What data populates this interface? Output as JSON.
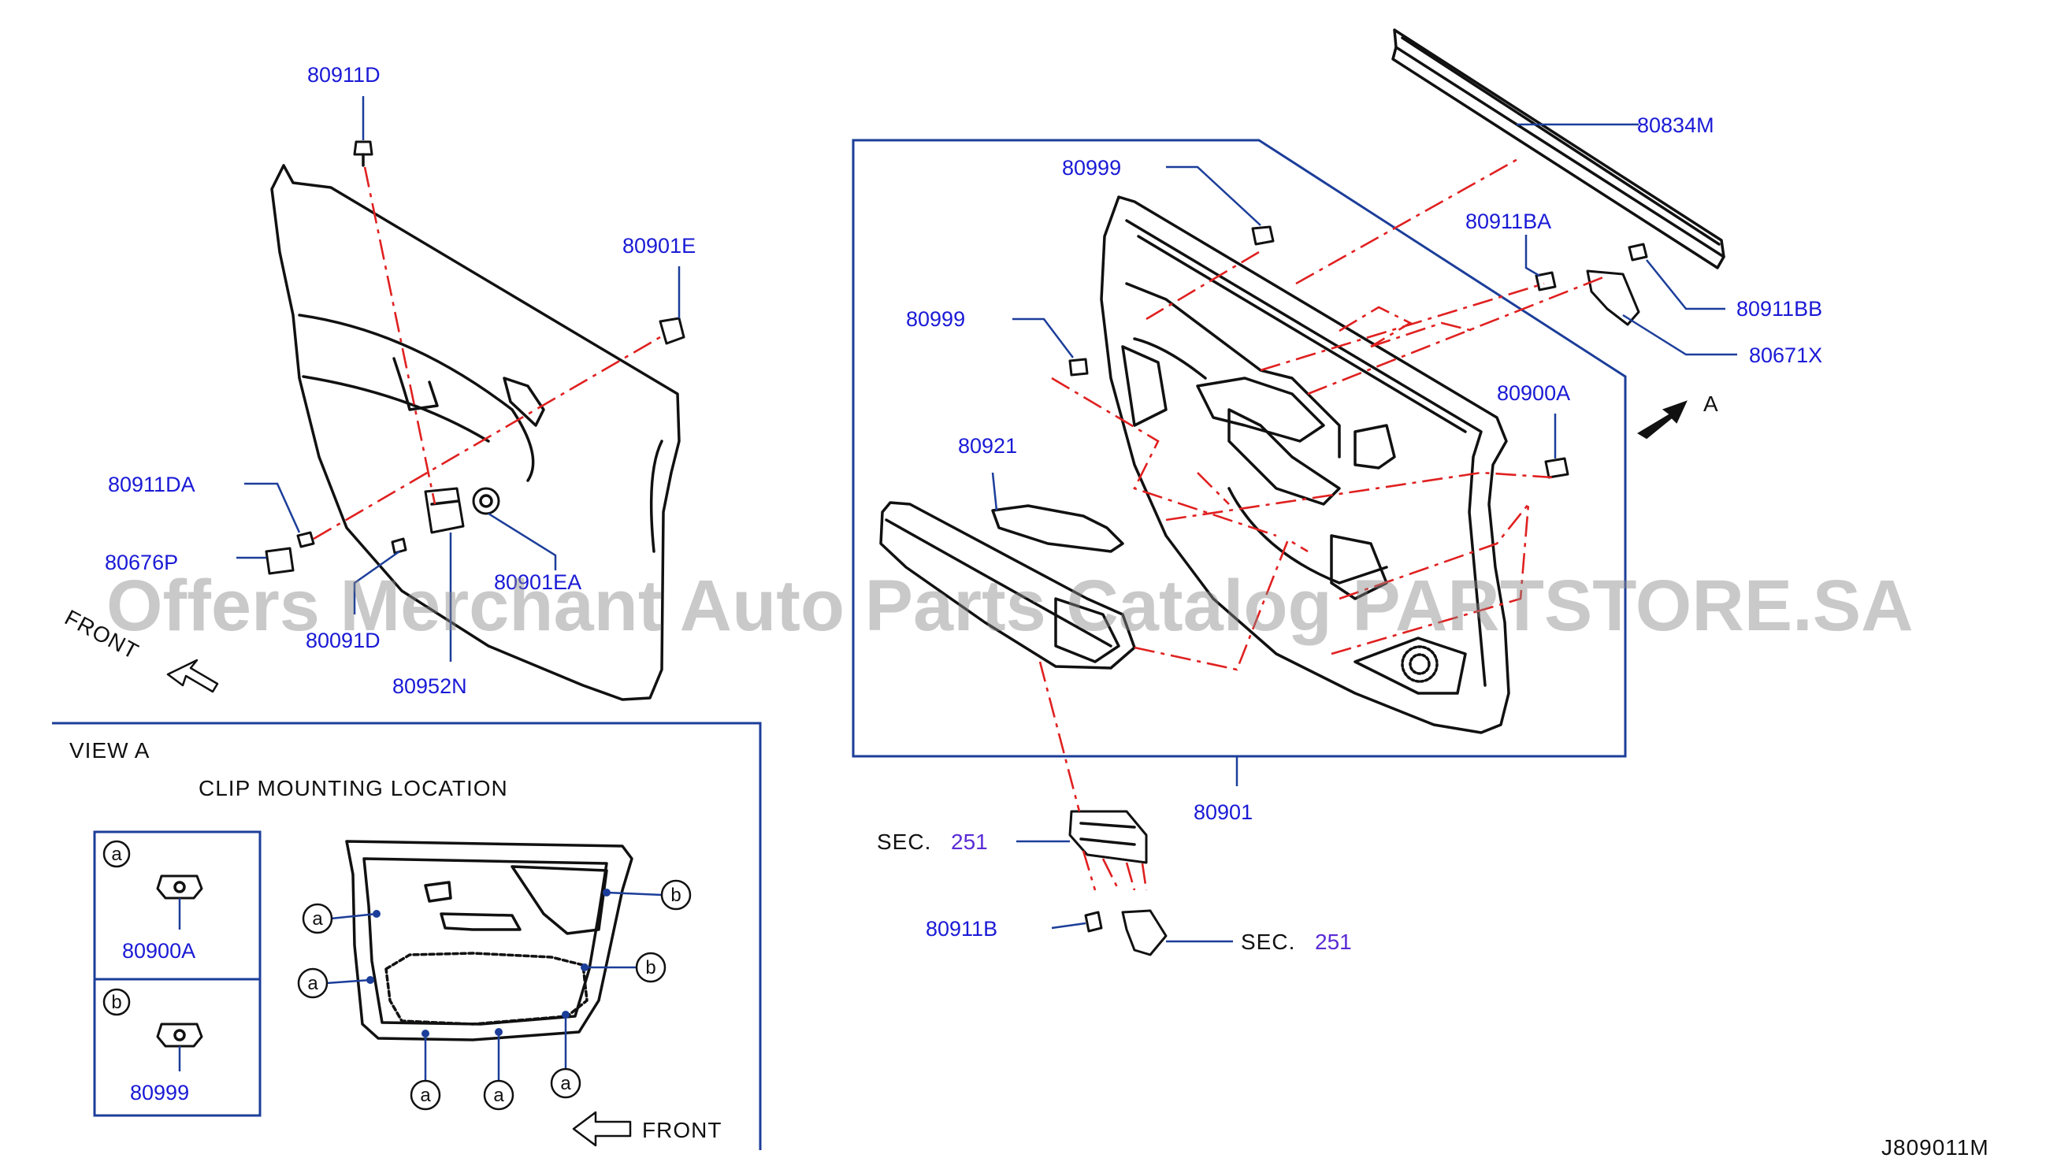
{
  "watermark": "Offers Merchant Auto Parts Catalog PARTSTORE.SA",
  "drawing_number": "J809011M",
  "direction_labels": {
    "front_main": "FRONT",
    "front_view": "FRONT",
    "view_arrow": "A"
  },
  "view_a": {
    "title": "VIEW  A",
    "subtitle": "CLIP  MOUNTING  LOCATION",
    "legend": [
      {
        "letter": "a",
        "part": "80900A"
      },
      {
        "letter": "b",
        "part": "80999"
      }
    ],
    "markers": [
      "a",
      "a",
      "a",
      "a",
      "a",
      "b",
      "b"
    ]
  },
  "part_labels": {
    "p80911D": "80911D",
    "p80901E": "80901E",
    "p80911DA": "80911DA",
    "p80676P": "80676P",
    "p80901EA": "80901EA",
    "p80091D": "80091D",
    "p80952N": "80952N",
    "p80999_top": "80999",
    "p80999_mid": "80999",
    "p80834M": "80834M",
    "p80911BA": "80911BA",
    "p80911BB": "80911BB",
    "p80671X": "80671X",
    "p80900A": "80900A",
    "p80921": "80921",
    "p80901": "80901",
    "p80911B": "80911B"
  },
  "sec_refs": [
    {
      "prefix": "SEC.",
      "number": "251"
    },
    {
      "prefix": "SEC.",
      "number": "251"
    }
  ]
}
